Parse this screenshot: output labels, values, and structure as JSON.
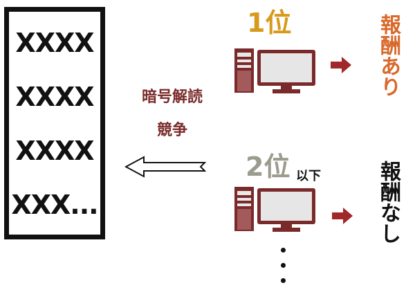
{
  "block": {
    "lines": [
      "XXXX",
      "XXXX",
      "XXXX",
      "XXX..."
    ]
  },
  "competition": {
    "line1": "暗号解読",
    "line2": "競争"
  },
  "winner": {
    "rank": "1位",
    "reward": "報酬あり"
  },
  "others": {
    "rank": "2位",
    "rank_suffix": "以下",
    "reward": "報酬なし"
  },
  "colors": {
    "gold": "#d79a1b",
    "gray": "#9b9b8e",
    "maroon": "#7a2a2a",
    "arrow_red": "#a0282a",
    "orange": "#d9692b",
    "black": "#111111"
  },
  "icons": [
    "computer-icon",
    "right-arrow-icon",
    "left-arrow-icon",
    "ellipsis-dots"
  ]
}
